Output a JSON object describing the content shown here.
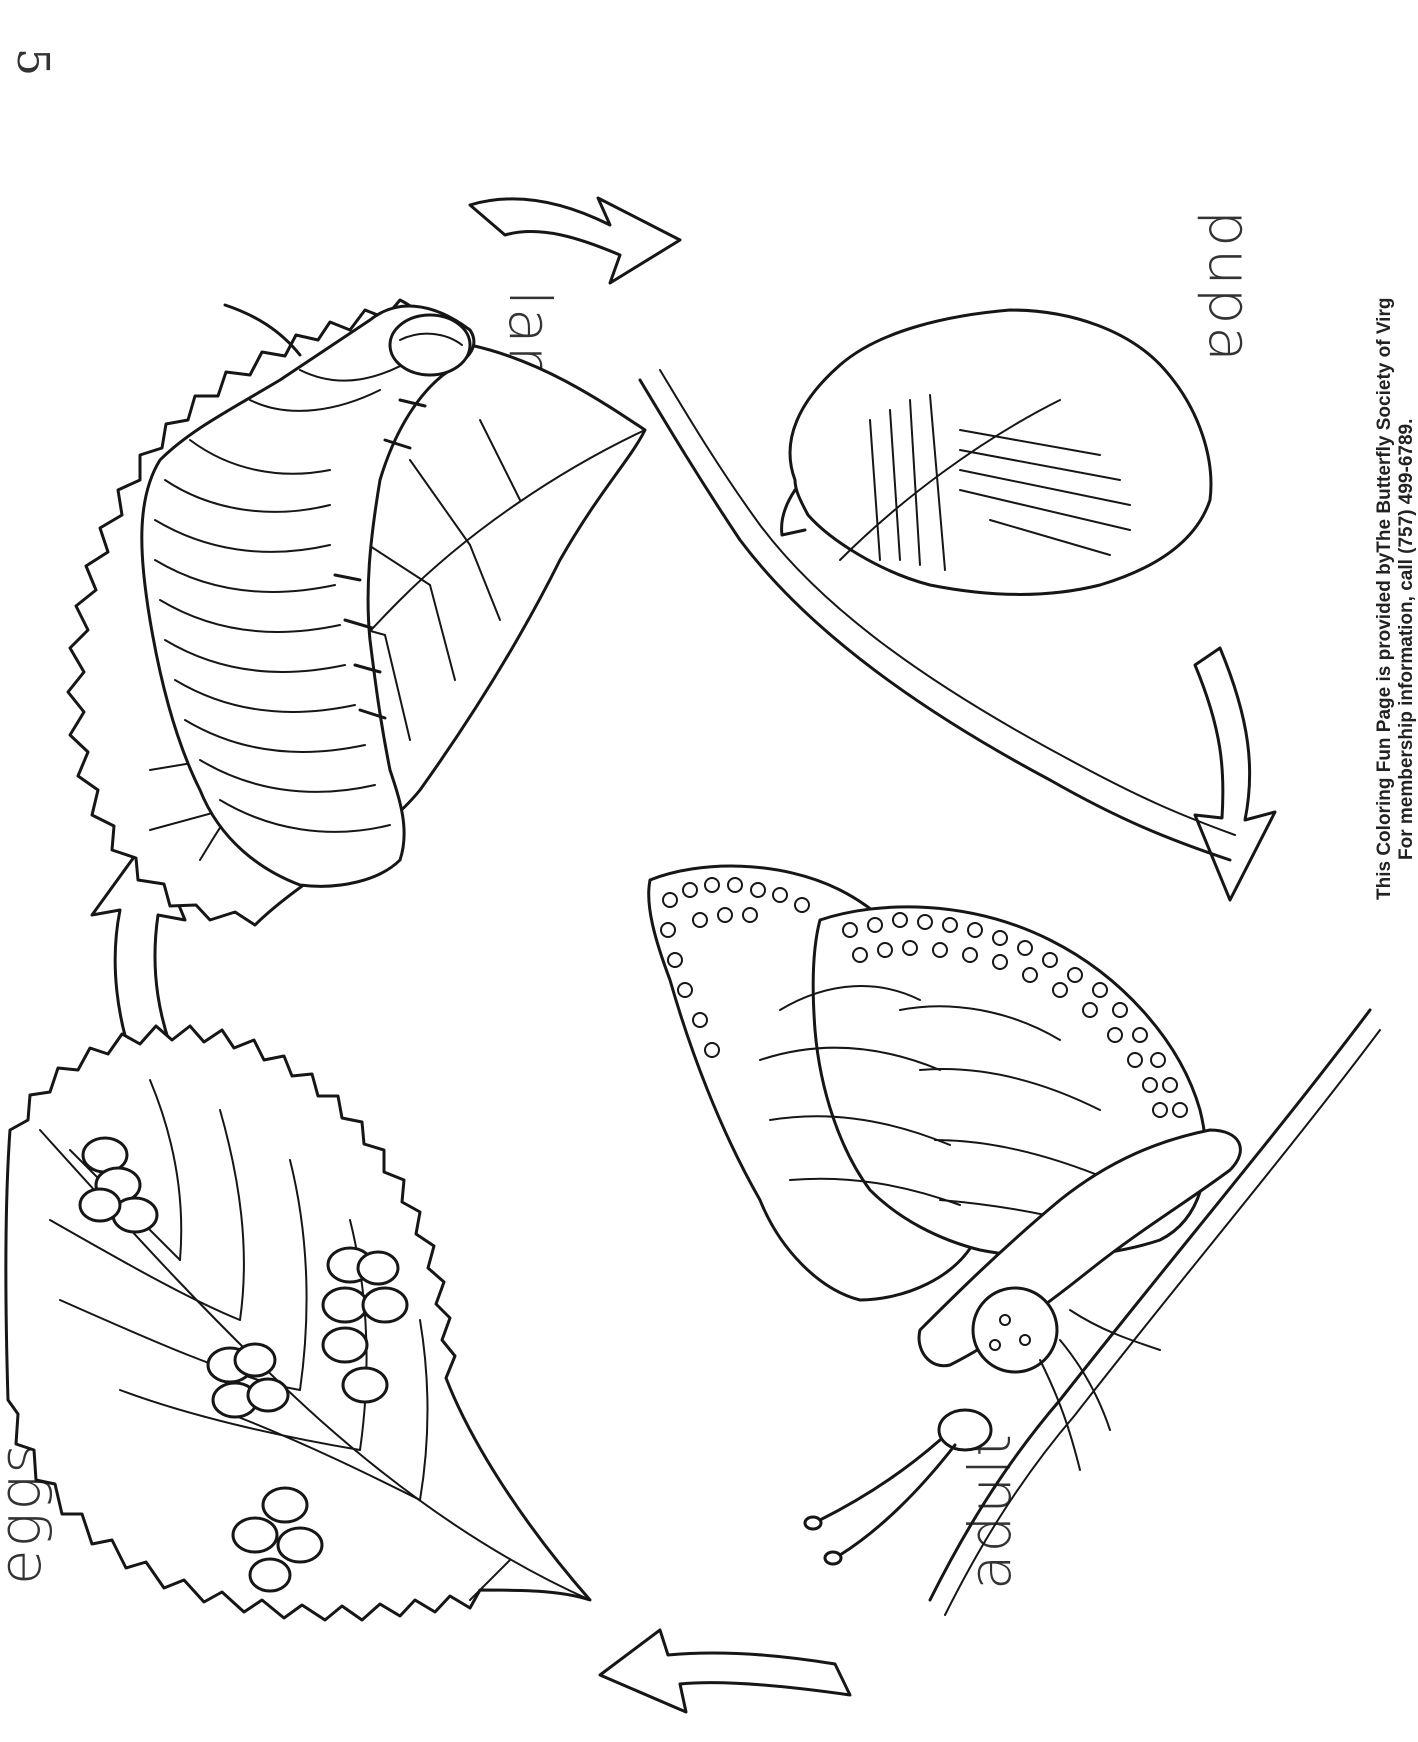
{
  "page_mark": "5",
  "labels": {
    "eggs": "eggs",
    "larva": "larva",
    "pupa": "pupa",
    "adult": "adult"
  },
  "credit": {
    "line1": "This Coloring Fun Page is provided byThe Butterfly Society of Virg",
    "line2": "For membership information, call (757) 499-6789."
  }
}
